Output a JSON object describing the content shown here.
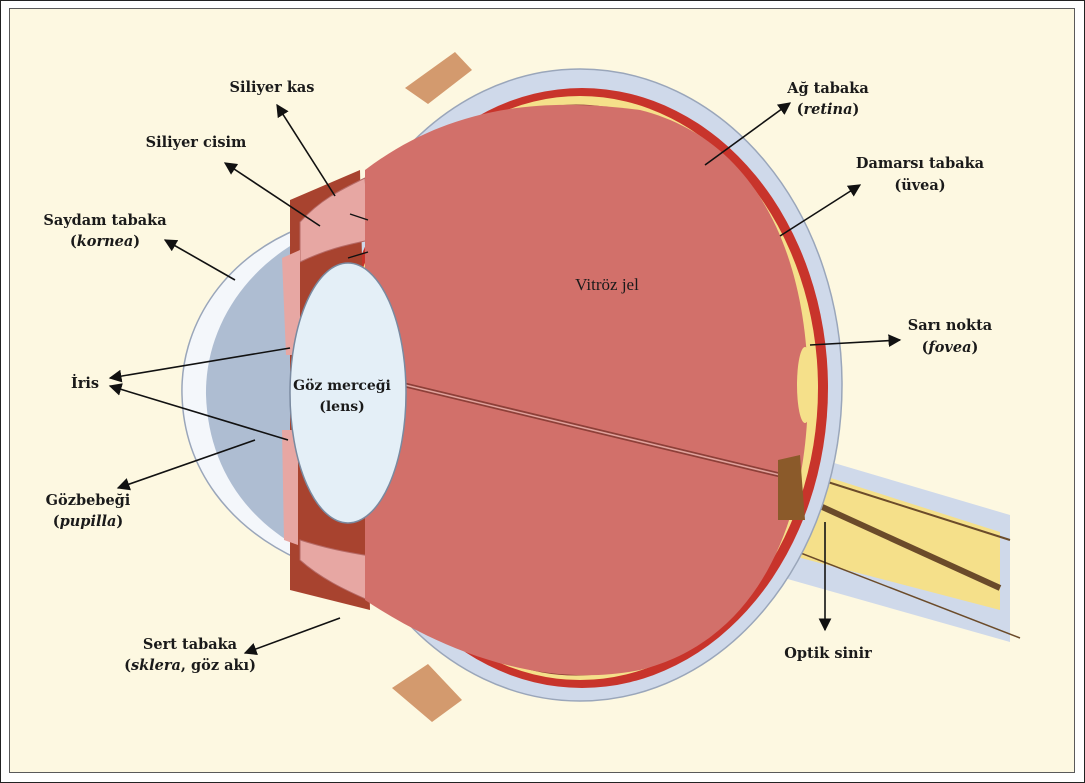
{
  "labels": {
    "siliyer_kas": "Siliyer kas",
    "siliyer_cisim": "Siliyer cisim",
    "saydam_tabaka": "Saydam tabaka",
    "kornea": "kornea",
    "iris": "İris",
    "gozbebegi": "Gözbebeği",
    "pupilla": "pupilla",
    "sert_tabaka": "Sert tabaka",
    "sklera": "sklera",
    "goz_aki": ", göz akı",
    "ag_tabaka": "Ağ tabaka",
    "retina": "retina",
    "damarsi_tabaka": "Damarsı tabaka",
    "uvea": "(üvea)",
    "sari_nokta": "Sarı nokta",
    "fovea": "fovea",
    "optik_sinir": "Optik sinir",
    "goz_mercegi": "Göz merceği",
    "lens": "(lens)",
    "vitroz_jel": "Vitröz  jel",
    "paren_open": "(",
    "paren_close": ")"
  },
  "colors": {
    "background": "#fdf8e1",
    "sclera": "#cfd9ea",
    "choroid": "#c8342b",
    "retina": "#f5e08a",
    "vitreous": "#d2706a",
    "lens": "#e4eff7",
    "cornea_chamber": "#aebdd2",
    "ciliary": "#e7a7a3",
    "muscle": "#a8432f",
    "tendon": "#d39a6e"
  }
}
